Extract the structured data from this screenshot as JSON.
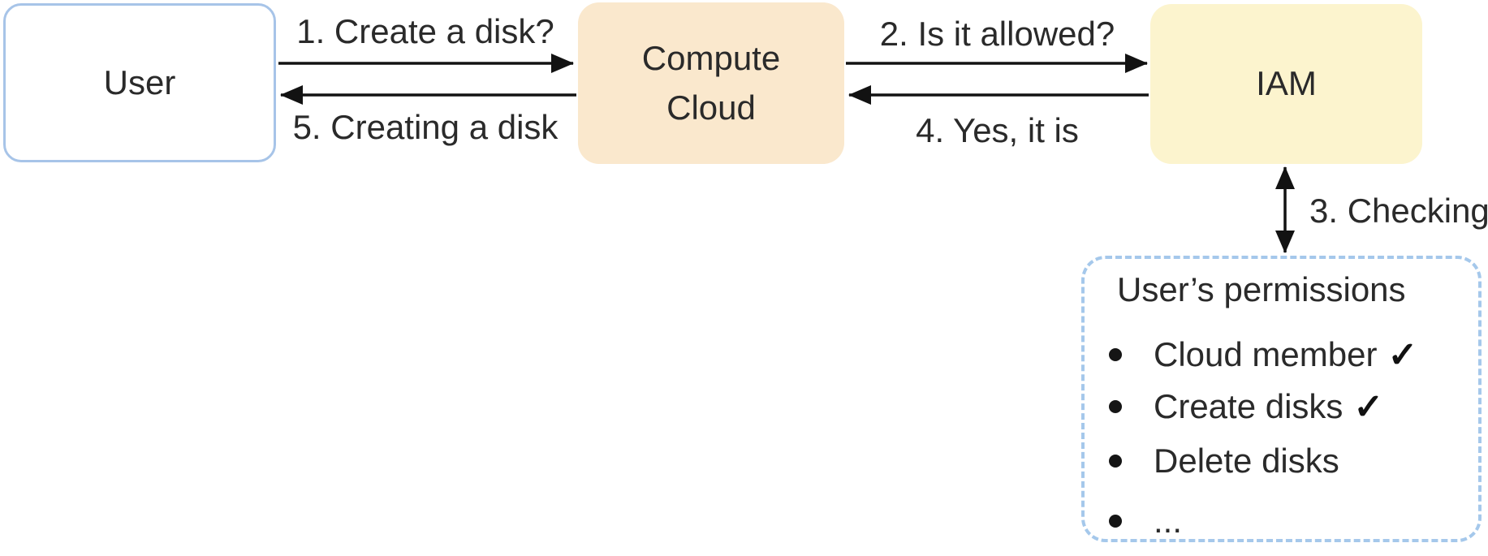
{
  "nodes": {
    "user": {
      "label": "User"
    },
    "compute": {
      "label": "Compute Cloud"
    },
    "iam": {
      "label": "IAM"
    }
  },
  "edges": {
    "create_disk": {
      "label": "1. Create a disk?",
      "from": "User",
      "to": "Compute Cloud"
    },
    "is_it_allowed": {
      "label": "2. Is it allowed?",
      "from": "Compute Cloud",
      "to": "IAM"
    },
    "checking": {
      "label": "3. Checking",
      "from": "IAM",
      "to": "User's permissions"
    },
    "yes_it_is": {
      "label": "4. Yes, it is",
      "from": "IAM",
      "to": "Compute Cloud"
    },
    "creating_disk": {
      "label": "5. Creating a disk",
      "from": "Compute Cloud",
      "to": "User"
    }
  },
  "permissions_panel": {
    "title": "User’s permissions",
    "items": [
      {
        "label": "Cloud member",
        "check": "✓"
      },
      {
        "label": "Create disks",
        "check": "✓"
      },
      {
        "label": "Delete disks",
        "check": ""
      },
      {
        "label": "...",
        "check": ""
      }
    ]
  },
  "colors": {
    "user_border": "#a7c4e8",
    "compute_fill": "#fae8cd",
    "iam_fill": "#fcf4ce",
    "panel_border": "#a5c8eb",
    "arrow": "#121212",
    "text": "#2a2a2a"
  }
}
